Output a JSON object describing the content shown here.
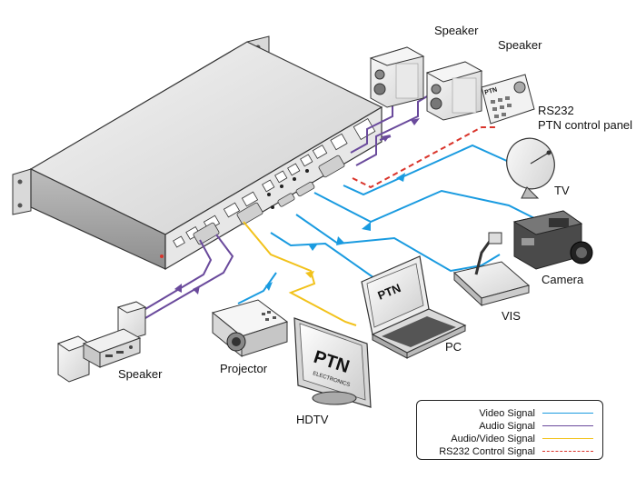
{
  "labels": {
    "speaker_top_left": "Speaker",
    "speaker_top_right": "Speaker",
    "rs232_line1": "RS232",
    "rs232_line2": "PTN control panel",
    "tv": "TV",
    "camera": "Camera",
    "vis": "VIS",
    "pc": "PC",
    "hdtv": "HDTV",
    "projector": "Projector",
    "speaker_bottom": "Speaker",
    "brand": "PTN",
    "brand_sub": "ELECTRONICS"
  },
  "legend": [
    {
      "label": "Video Signal",
      "color": "#1a9be0",
      "style": "solid"
    },
    {
      "label": "Audio Signal",
      "color": "#6a4a9c",
      "style": "solid"
    },
    {
      "label": "Audio/Video Signal",
      "color": "#f2c21b",
      "style": "solid"
    },
    {
      "label": "RS232 Control Signal",
      "color": "#d9342b",
      "style": "dashed"
    }
  ]
}
